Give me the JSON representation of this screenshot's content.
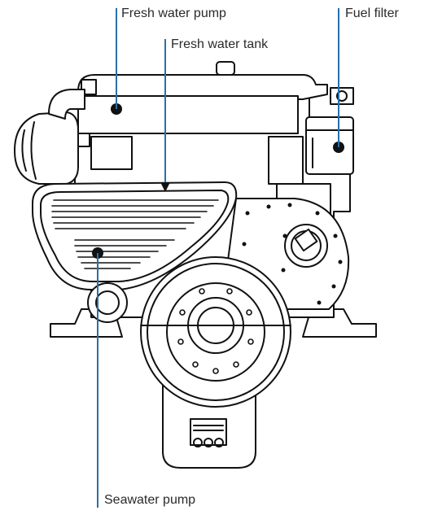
{
  "labels": {
    "fresh_water_pump": "Fresh water pump",
    "fresh_water_tank": "Fresh water tank",
    "fuel_filter": "Fuel filter",
    "seawater_pump": "Seawater pump"
  },
  "colors": {
    "leader_line": "#2a6fa8",
    "line_art": "#111111",
    "label_text": "#2a2a2a",
    "background": "#ffffff"
  }
}
